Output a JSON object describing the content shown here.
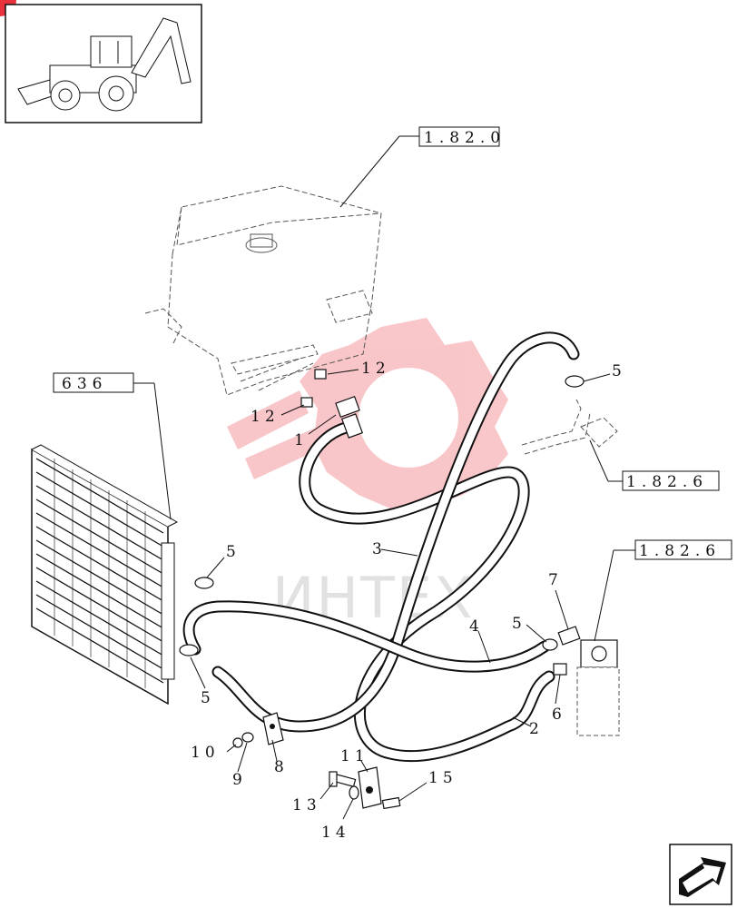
{
  "callouts": {
    "c1": "1",
    "c2": "2",
    "c3": "3",
    "c4": "4",
    "c5a": "5",
    "c5b": "5",
    "c5c": "5",
    "c5d": "5",
    "c6": "6",
    "c7": "7",
    "c8": "8",
    "c9": "9",
    "c10": "10",
    "c11": "11",
    "c12a": "12",
    "c12b": "12",
    "c13": "13",
    "c14": "14",
    "c15": "15"
  },
  "references": {
    "tank": "1.82.0",
    "radiator": "636",
    "pipe": "1.82.6",
    "filter": "1.82.6"
  },
  "watermark": {
    "text": "ИНТЕХ",
    "color": "#e8323c"
  },
  "icons": [
    "machine-thumbnail-icon",
    "next-page-arrow-icon",
    "corner-badge-icon"
  ]
}
